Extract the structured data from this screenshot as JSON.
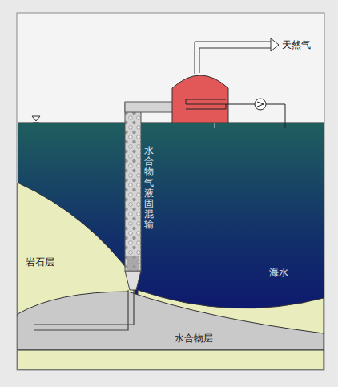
{
  "diagram": {
    "labels": [
      "天然气",
      "水合物气液固混输",
      "岩石层",
      "海水",
      "水合物层"
    ]
  }
}
